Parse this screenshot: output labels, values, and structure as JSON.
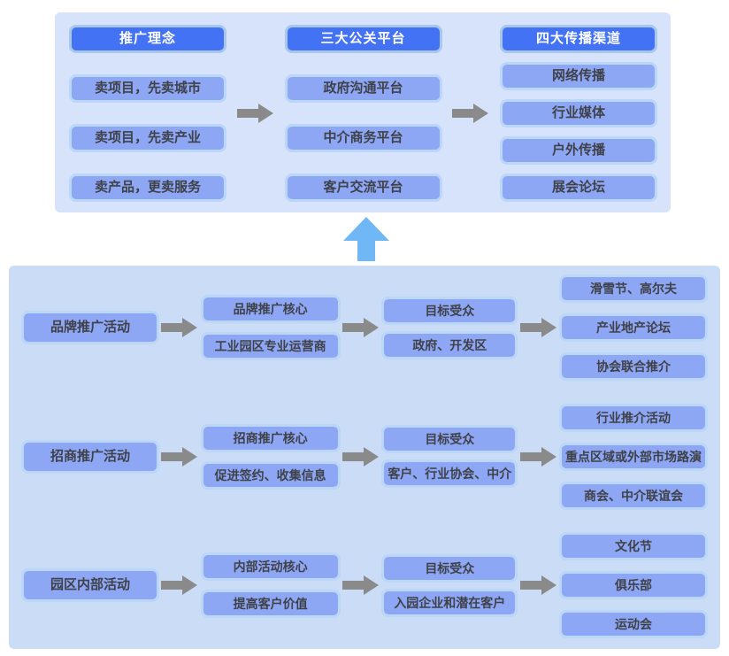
{
  "colors": {
    "header_bg": "#4472F4",
    "item_bg": "#8EA7F4",
    "item_border": "#BAD7F7",
    "item_text": "#3F4149",
    "top_panel_bg": "#D7E3FA",
    "bottom_panel_bg": "#CBDCF6",
    "flow_arrow_gray": "#8A8A8A",
    "up_arrow_blue": "#6FB7F5"
  },
  "top_panel": {
    "columns": [
      {
        "header": "推广理念",
        "items": [
          "卖项目，先卖城市",
          "卖项目，先卖产业",
          "卖产品，更卖服务"
        ]
      },
      {
        "header": "三大公关平台",
        "items": [
          "政府沟通平台",
          "中介商务平台",
          "客户交流平台"
        ]
      },
      {
        "header": "四大传播渠道",
        "items": [
          "网络传播",
          "行业媒体",
          "户外传播",
          "展会论坛"
        ]
      }
    ]
  },
  "bottom_panel": {
    "rows": [
      {
        "activity": "品牌推广活动",
        "core": [
          "品牌推广核心",
          "工业园区专业运营商"
        ],
        "audience": [
          "目标受众",
          "政府、开发区"
        ],
        "channels": [
          "滑雪节、高尔夫",
          "产业地产论坛",
          "协会联合推介"
        ]
      },
      {
        "activity": "招商推广活动",
        "core": [
          "招商推广核心",
          "促进签约、收集信息"
        ],
        "audience": [
          "目标受众",
          "客户、行业协会、中介"
        ],
        "channels": [
          "行业推介活动",
          "重点区域或外部市场路演",
          "商会、中介联谊会"
        ]
      },
      {
        "activity": "园区内部活动",
        "core": [
          "内部活动核心",
          "提高客户价值"
        ],
        "audience": [
          "目标受众",
          "入园企业和潜在客户"
        ],
        "channels": [
          "文化节",
          "俱乐部",
          "运动会"
        ]
      }
    ]
  }
}
